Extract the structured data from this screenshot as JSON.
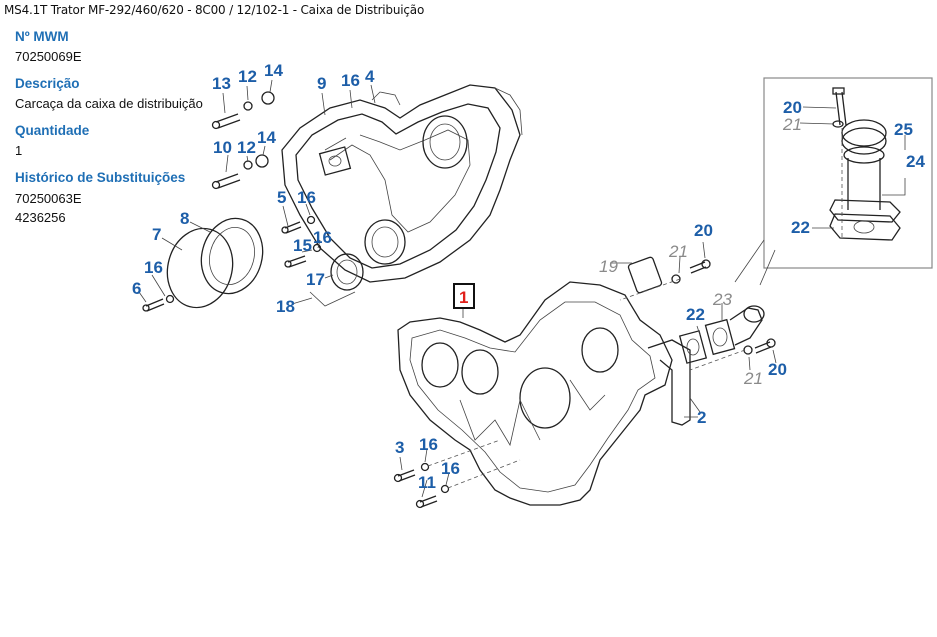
{
  "window": {
    "title": "MS4.1T Trator MF-292/460/620 - 8C00  /  12/102-1 - Caixa de Distribuição"
  },
  "part_info": {
    "mwm_label": "Nº MWM",
    "mwm_value": "70250069E",
    "description_label": "Descrição",
    "description_value": "Carcaça da caixa de distribuição",
    "quantity_label": "Quantidade",
    "quantity_value": "1",
    "history_label": "Histórico de Substituições",
    "history_values": [
      "70250063E",
      "4236256"
    ]
  },
  "diagram": {
    "selected_callout": "1",
    "callouts": {
      "c13": "13",
      "c12a": "12",
      "c14a": "14",
      "c10": "10",
      "c12b": "12",
      "c14b": "14",
      "c9": "9",
      "c16a": "16",
      "c4": "4",
      "c5": "5",
      "c16b": "16",
      "c15": "15",
      "c16c": "16",
      "c17": "17",
      "c18": "18",
      "c8": "8",
      "c7": "7",
      "c16d": "16",
      "c6": "6",
      "c20a": "20",
      "c21a": "21",
      "c25": "25",
      "c24": "24",
      "c22a": "22",
      "c19": "19",
      "c21b": "21",
      "c20b": "20",
      "c22b": "22",
      "c23": "23",
      "c21c": "21",
      "c20c": "20",
      "c2": "2",
      "c3": "3",
      "c16e": "16",
      "c11": "11",
      "c16f": "16"
    }
  }
}
